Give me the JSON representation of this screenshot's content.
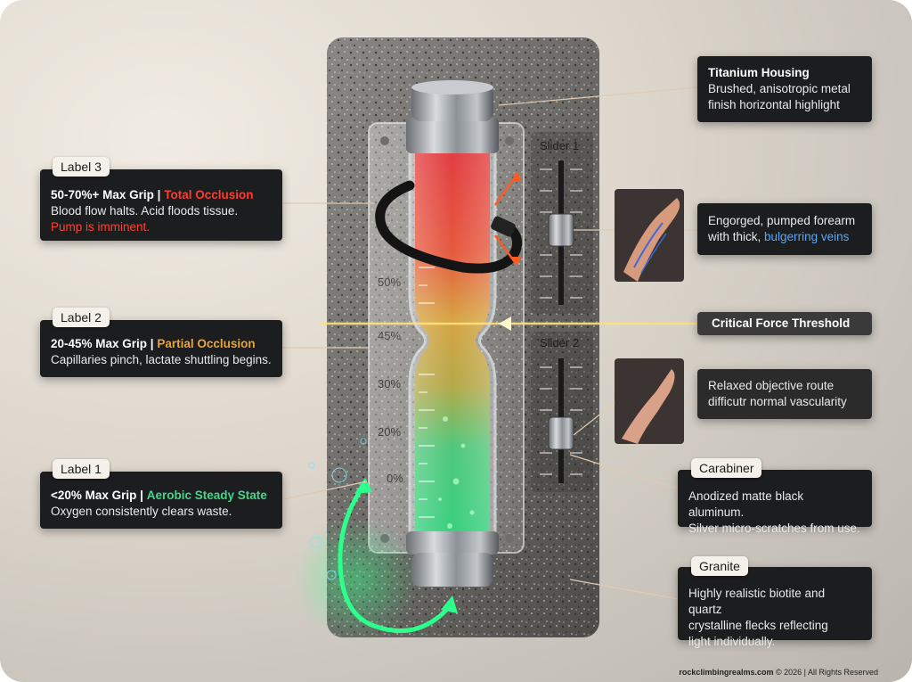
{
  "labels": {
    "label3": {
      "tag": "Label 3",
      "headline_prefix": "50-70%+ Max Grip |",
      "headline_state": "Total Occlusion",
      "line1": "Blood flow halts. Acid floods tissue.",
      "line2": "Pump is imminent."
    },
    "label2": {
      "tag": "Label 2",
      "headline_prefix": "20-45% Max Grip |",
      "headline_state": "Partial Occlusion",
      "line1": "Capillaries pinch, lactate shuttling begins."
    },
    "label1": {
      "tag": "Label 1",
      "headline_prefix": "<20% Max Grip |",
      "headline_state": "Aerobic Steady State",
      "line1": "Oxygen consistently clears waste."
    }
  },
  "right": {
    "housing": {
      "title": "Titanium Housing",
      "line1": "Brushed, anisotropic metal",
      "line2": "finish horizontal highlight"
    },
    "pumped": {
      "line1": "Engorged, pumped forearm",
      "line2_prefix": "with thick,",
      "line2_highlight": "bulgerring veins"
    },
    "threshold": "Critical Force Threshold",
    "relaxed": {
      "line1": "Relaxed objective route",
      "line2": "difficutr normal vascularity"
    },
    "carabiner": {
      "tag": "Carabiner",
      "line1": "Anodized matte black aluminum.",
      "line2": "Silver micro-scratches from use."
    },
    "granite": {
      "tag": "Granite",
      "line1": "Highly realistic biotite and quartz",
      "line2": "crystalline flecks reflecting",
      "line3": "light individually."
    }
  },
  "device": {
    "slider1": "Slider 1",
    "slider2": "Slider 2",
    "scale": [
      "50%",
      "45%",
      "30%",
      "20%",
      "0%"
    ]
  },
  "footer": {
    "site": "rockclimbingrealms.com",
    "rest": " © 2026 | All Rights Reserved"
  },
  "colors": {
    "red": "#ff3b30",
    "orange": "#e9a53a",
    "green": "#49d38a",
    "blue": "#55a8ff",
    "threshold": "#ffe27a"
  }
}
